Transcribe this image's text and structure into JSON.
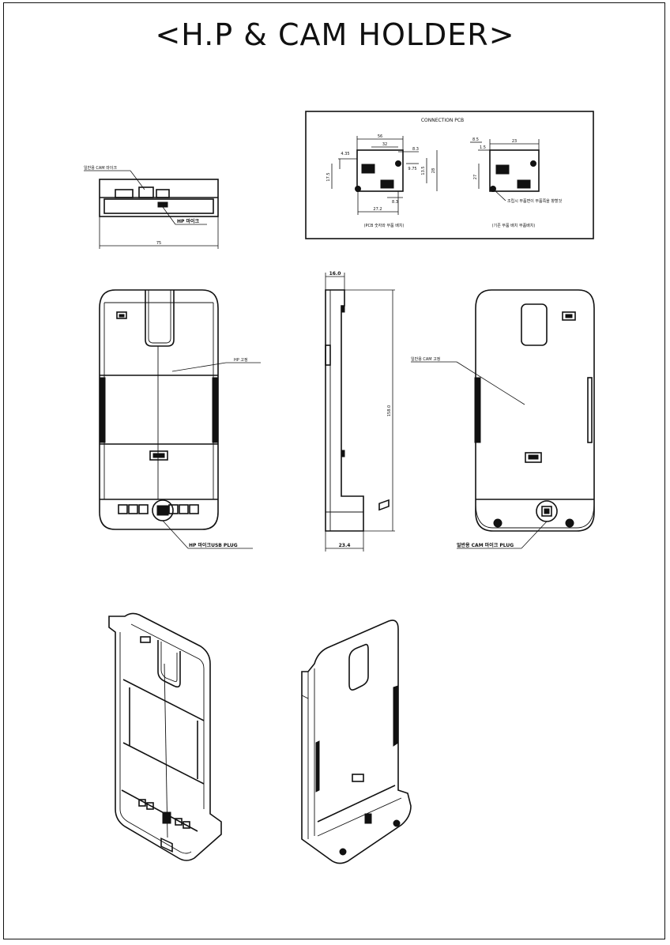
{
  "title": "<H.P & CAM HOLDER>",
  "connection_box": {
    "heading": "CONNECTION PCB",
    "left_caption": "(PCB 숫자와 부품 배치)",
    "right_caption": "(기존 부품 배치 부품배치)",
    "left_dims": {
      "top_w": "56",
      "top_w2": "32",
      "right_off": "8.3",
      "left_off": "4.35",
      "h1": "17.5",
      "h2": "9.75",
      "h3": "13.5",
      "h4": "28",
      "bot_off": "8.3",
      "bot_w": "27.2"
    },
    "right_dims": {
      "w1": "8.5",
      "w2": "1.5",
      "w3": "23",
      "h": "27",
      "note": "조립시 부품면이 부품쪽을 향할것"
    }
  },
  "top_view": {
    "label_top": "일반용 CAM 마이크",
    "label_hp": "HP 마이크",
    "width_dim": "75"
  },
  "front_view": {
    "label_hp": "HP 고정",
    "label_plug": "HP 마이크USB PLUG"
  },
  "side_view": {
    "top_dim": "16.0",
    "height_dim": "158.0",
    "bottom_dim": "23.4"
  },
  "back_view": {
    "label_cam": "일반용 CAM 고정",
    "label_plug": "일반용 CAM 마이크 PLUG"
  }
}
